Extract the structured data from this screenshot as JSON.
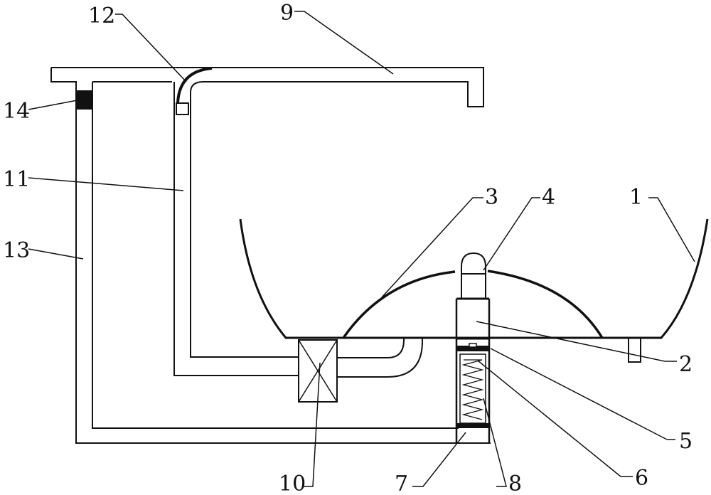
{
  "figure": {
    "labels": {
      "n1": "1",
      "n2": "2",
      "n3": "3",
      "n4": "4",
      "n5": "5",
      "n6": "6",
      "n7": "7",
      "n8": "8",
      "n9": "9",
      "n10": "10",
      "n11": "11",
      "n12": "12",
      "n13": "13",
      "n14": "14"
    },
    "colors": {
      "line": "#111111",
      "background": "#ffffff"
    }
  }
}
